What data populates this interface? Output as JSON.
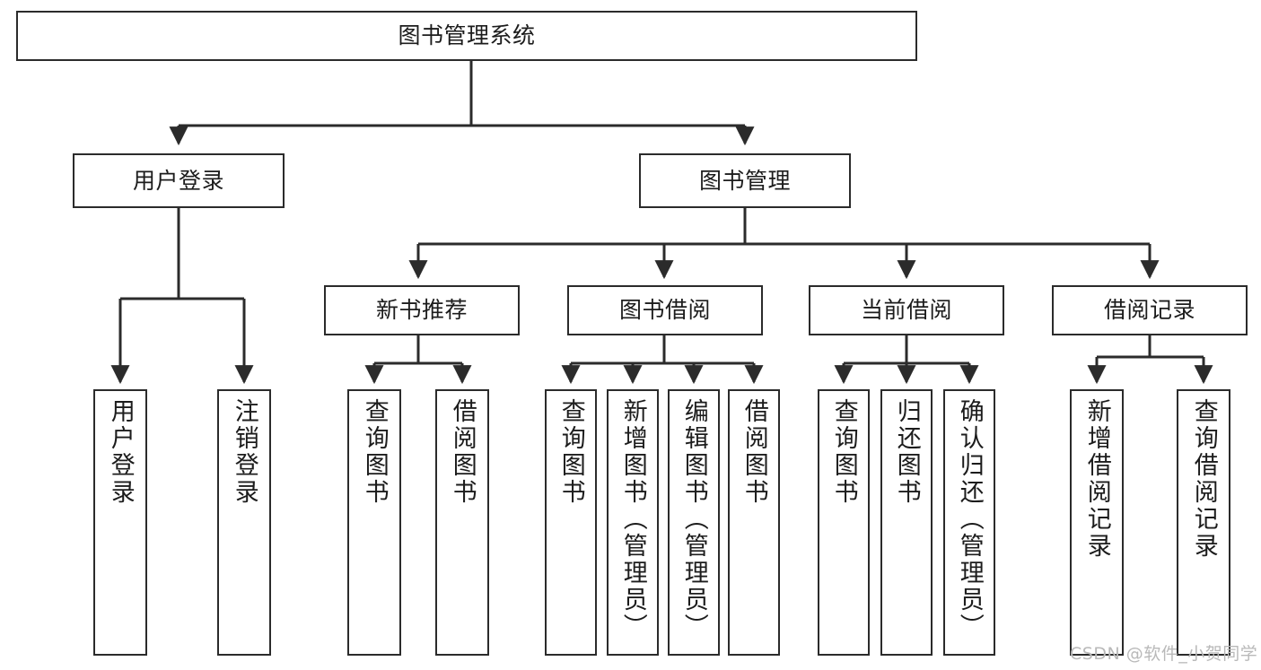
{
  "diagram": {
    "title": "图书管理系统",
    "watermark": "CSDN @软件_小贺同学",
    "colors": {
      "stroke": "#2b2b2b",
      "fill": "#ffffff",
      "text": "#1c1c1c",
      "watermark": "#b9b9b9"
    },
    "nodes": {
      "root": {
        "label": "图书管理系统"
      },
      "level1": [
        {
          "id": "user-login",
          "label": "用户登录"
        },
        {
          "id": "book-management",
          "label": "图书管理"
        }
      ],
      "level2": [
        {
          "id": "new-book-recommend",
          "label": "新书推荐"
        },
        {
          "id": "book-borrow",
          "label": "图书借阅"
        },
        {
          "id": "current-borrow",
          "label": "当前借阅"
        },
        {
          "id": "borrow-record",
          "label": "借阅记录"
        }
      ],
      "leaves": {
        "user_login": [
          {
            "id": "leaf-user-login",
            "label": "用户登录"
          },
          {
            "id": "leaf-logout-login",
            "label": "注销登录"
          }
        ],
        "new_book_recommend": [
          {
            "id": "leaf-query-book-1",
            "label": "查询图书"
          },
          {
            "id": "leaf-borrow-book-1",
            "label": "借阅图书"
          }
        ],
        "book_borrow": [
          {
            "id": "leaf-query-book-2",
            "label": "查询图书"
          },
          {
            "id": "leaf-add-book",
            "label": "新增图书（管理员）"
          },
          {
            "id": "leaf-edit-book",
            "label": "编辑图书（管理员）"
          },
          {
            "id": "leaf-borrow-book-2",
            "label": "借阅图书"
          }
        ],
        "current_borrow": [
          {
            "id": "leaf-query-book-3",
            "label": "查询图书"
          },
          {
            "id": "leaf-return-book",
            "label": "归还图书"
          },
          {
            "id": "leaf-confirm-return",
            "label": "确认归还（管理员）"
          }
        ],
        "borrow_record": [
          {
            "id": "leaf-add-record",
            "label": "新增借阅记录"
          },
          {
            "id": "leaf-query-record",
            "label": "查询借阅记录"
          }
        ]
      }
    }
  }
}
